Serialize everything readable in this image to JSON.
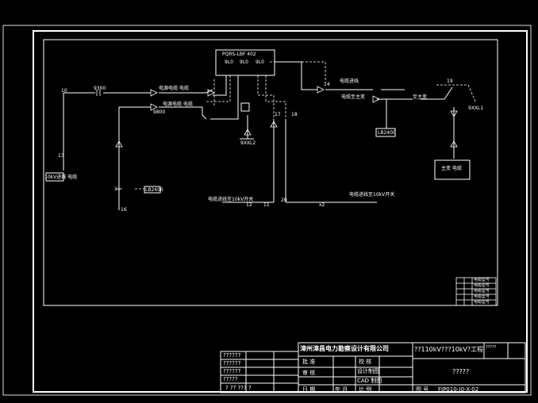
{
  "drawing": {
    "company": "漳州漳昌电力勘察设计有限公司",
    "project_title": "??110kV???10kV?工程",
    "stage_box": "?????",
    "right_small": "?????",
    "drawing_number": "FJP010-J0-X-02",
    "rows_left": [
      "批 准",
      "审 核",
      "日 期"
    ],
    "rows_mid": [
      "校 核",
      "设计制图",
      "CAD 制图",
      "比 例"
    ],
    "date_label": "年 月",
    "history": [
      "??????",
      "??????",
      "??????",
      "?????",
      "?      ??      ???    ?"
    ],
    "drawing_no_label": "图 号"
  },
  "diagram": {
    "nodes": {
      "n10": "10",
      "n11": "11",
      "n12": "12",
      "n13": "13",
      "n14": "14",
      "n15": "15",
      "n16": "16",
      "n17": "17",
      "n18": "18",
      "n19": "19",
      "n20": "20",
      "nx": "x2"
    },
    "labels": {
      "top_box": "PQRS-LBF 402",
      "box_pins_1": "9L0",
      "box_pins_2": "9L0",
      "box_pins_3": "9L0",
      "l_9300": "9300",
      "l_9800": "9800",
      "l_left_text": "电源电缆 电缆",
      "l_bottom_left": "电缆进线至10kV开关",
      "l_bottom_right": "电缆进线至10kV开关",
      "l_right_1": "电缆进线",
      "l_right_2": "电缆至主变",
      "l_right_3": "至主变",
      "l_right_box": "主变 电缆",
      "l_mid_box": "LB2400",
      "l_left_box": "LB2400",
      "l_left_side": "10kV进线 电缆",
      "l_tiny_1": "9XXL1",
      "l_tiny_2": "9XXL2"
    },
    "legend": [
      "电缆型号",
      "电缆型号",
      "电缆型号",
      "电缆型号",
      "电缆型号"
    ]
  }
}
